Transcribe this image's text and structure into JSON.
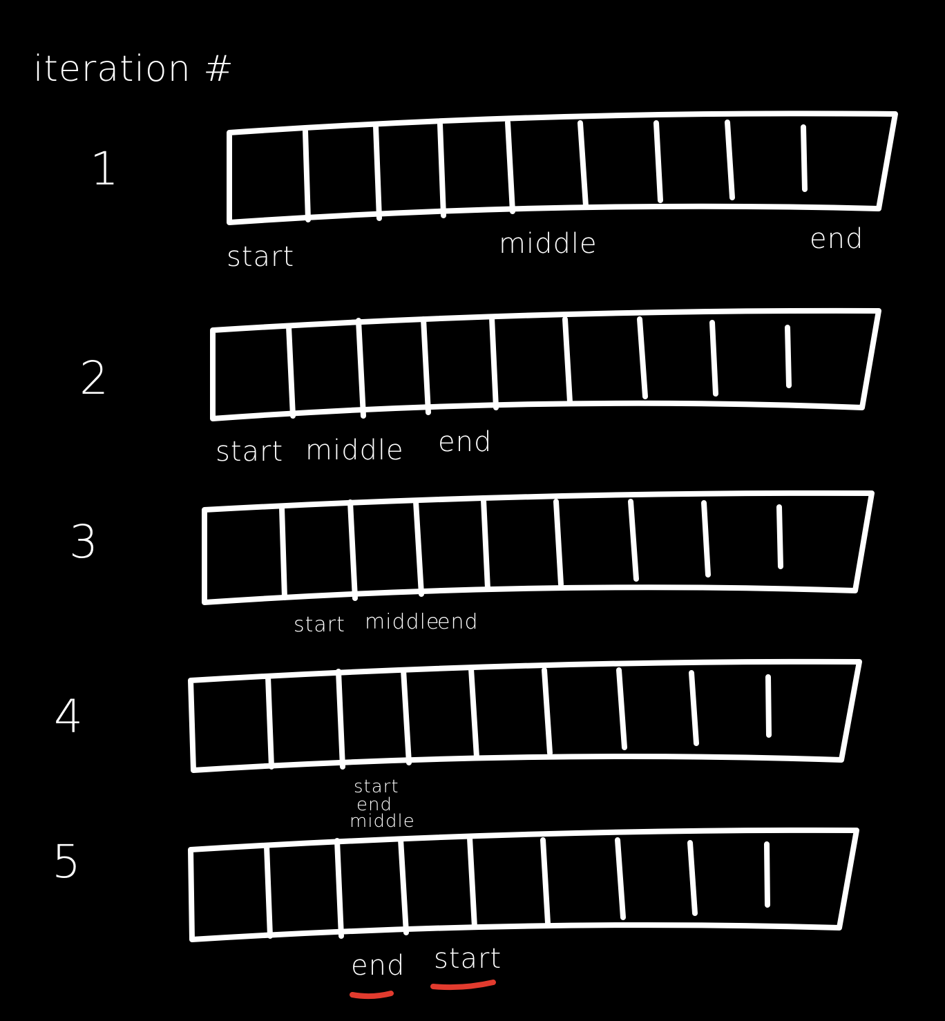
{
  "heading": "iteration #",
  "iterations": [
    {
      "number": "1",
      "labels": [
        "start",
        "middle",
        "end"
      ]
    },
    {
      "number": "2",
      "labels": [
        "start",
        "middle",
        "end"
      ]
    },
    {
      "number": "3",
      "labels": [
        "start",
        "middle",
        "end"
      ]
    },
    {
      "number": "4",
      "labels": [
        "start",
        "end",
        "middle"
      ]
    },
    {
      "number": "5",
      "labels": [
        "end",
        "start"
      ]
    }
  ],
  "colors": {
    "background": "#000000",
    "ink": "#ffffff",
    "highlight": "#e23b2e"
  }
}
